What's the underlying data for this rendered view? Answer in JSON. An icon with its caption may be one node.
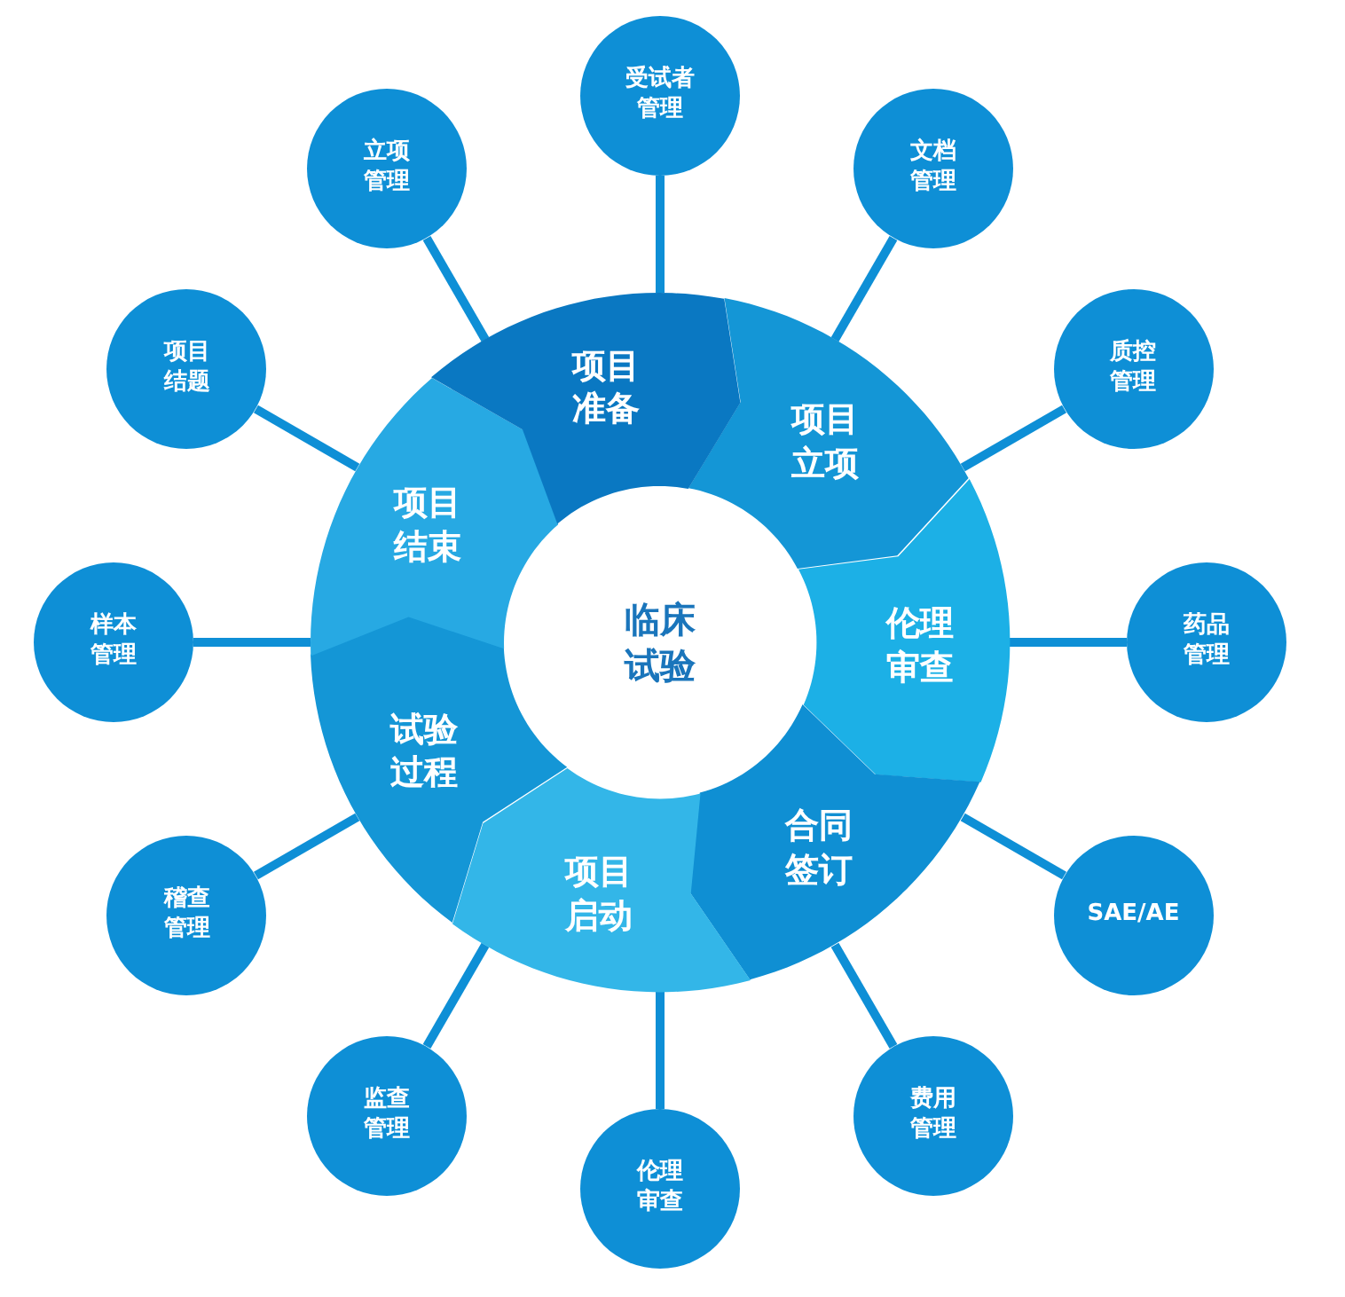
{
  "diagram": {
    "nodes": [
      {
        "text": [
          "临床试验"
        ]
      },
      {
        "text": [
          "项目准备"
        ]
      },
      {
        "text": [
          "项目立项"
        ]
      },
      {
        "text": [
          "伦理审查"
        ]
      },
      {
        "text": [
          "合同签订"
        ]
      },
      {
        "text": [
          "项目启动"
        ]
      },
      {
        "text": [
          "试验过程"
        ]
      },
      {
        "text": [
          "项目结束"
        ]
      },
      {
        "text": [
          "受试者管理"
        ]
      },
      {
        "text": [
          "文档管理"
        ]
      },
      {
        "text": [
          "质控管理"
        ]
      },
      {
        "text": [
          "药品管理"
        ]
      },
      {
        "text": [
          "SAE/AE"
        ]
      },
      {
        "text": [
          "费用管理"
        ]
      },
      {
        "text": [
          "伦理审查"
        ]
      },
      {
        "text": [
          "监查管理"
        ]
      },
      {
        "text": [
          "稽查管理"
        ]
      },
      {
        "text": [
          "样本管理"
        ]
      },
      {
        "text": [
          "项目结题"
        ]
      },
      {
        "text": [
          "立项管理"
        ]
      }
    ],
    "edges": [
      {
        "from": 8,
        "to": 1,
        "arrow": "none"
      },
      {
        "from": 9,
        "to": 2,
        "arrow": "none"
      },
      {
        "from": 10,
        "to": 2,
        "arrow": "none"
      },
      {
        "from": 11,
        "to": 3,
        "arrow": "none"
      },
      {
        "from": 12,
        "to": 4,
        "arrow": "none"
      },
      {
        "from": 13,
        "to": 4,
        "arrow": "none"
      },
      {
        "from": 14,
        "to": 5,
        "arrow": "none"
      },
      {
        "from": 15,
        "to": 5,
        "arrow": "none"
      },
      {
        "from": 16,
        "to": 6,
        "arrow": "none"
      },
      {
        "from": 17,
        "to": 7,
        "arrow": "none"
      },
      {
        "from": 18,
        "to": 7,
        "arrow": "none"
      },
      {
        "from": 19,
        "to": 1,
        "arrow": "none"
      }
    ]
  }
}
